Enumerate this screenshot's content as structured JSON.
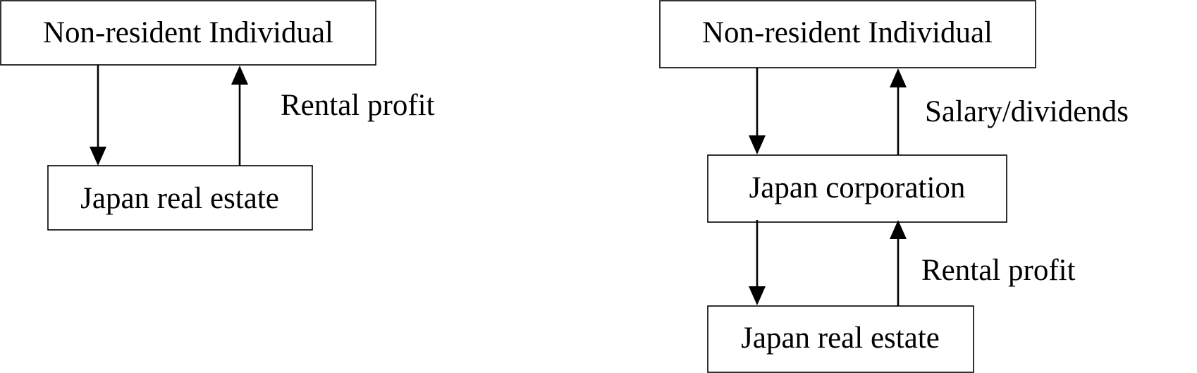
{
  "left_diagram": {
    "top_box": "Non-resident Individual",
    "bottom_box": "Japan real estate",
    "flow_label": "Rental profit"
  },
  "right_diagram": {
    "top_box": "Non-resident Individual",
    "middle_box": "Japan corporation",
    "bottom_box": "Japan real estate",
    "upper_flow_label": "Salary/dividends",
    "lower_flow_label": "Rental profit"
  }
}
